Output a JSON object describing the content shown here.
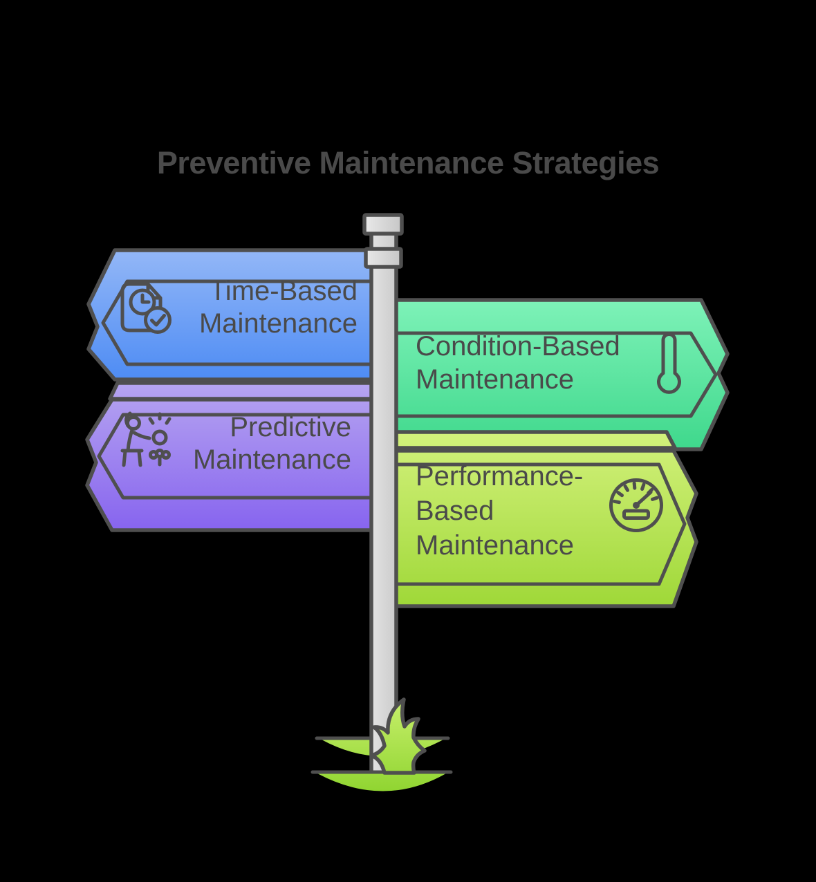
{
  "title": "Preventive Maintenance Strategies",
  "signs": {
    "time_based": {
      "lines": [
        "Time-Based",
        "Maintenance"
      ],
      "icon": "document-clock-check",
      "direction": "left",
      "color_top": "#93b7f7",
      "color_bottom": "#4e8cf4"
    },
    "condition_based": {
      "lines": [
        "Condition-Based",
        "Maintenance"
      ],
      "icon": "thermometer",
      "direction": "right",
      "color_top": "#7ef2b8",
      "color_bottom": "#3fd88c"
    },
    "predictive": {
      "lines": [
        "Predictive",
        "Maintenance"
      ],
      "icon": "person-idea",
      "direction": "left",
      "color_top": "#b6a5f0",
      "color_bottom": "#8764ef"
    },
    "performance_based": {
      "lines": [
        "Performance-",
        "Based",
        "Maintenance"
      ],
      "icon": "speedometer",
      "direction": "right",
      "color_top": "#d3f17c",
      "color_bottom": "#9fd838"
    }
  },
  "scene": {
    "background": "#000000",
    "outline_color": "#4f4f4f",
    "text_color": "#4a4a4a",
    "pole_light": "#e9e9e9",
    "pole_dark": "#c6c6c6",
    "grass_light": "#c9f06d",
    "grass_dark": "#8fd430"
  }
}
